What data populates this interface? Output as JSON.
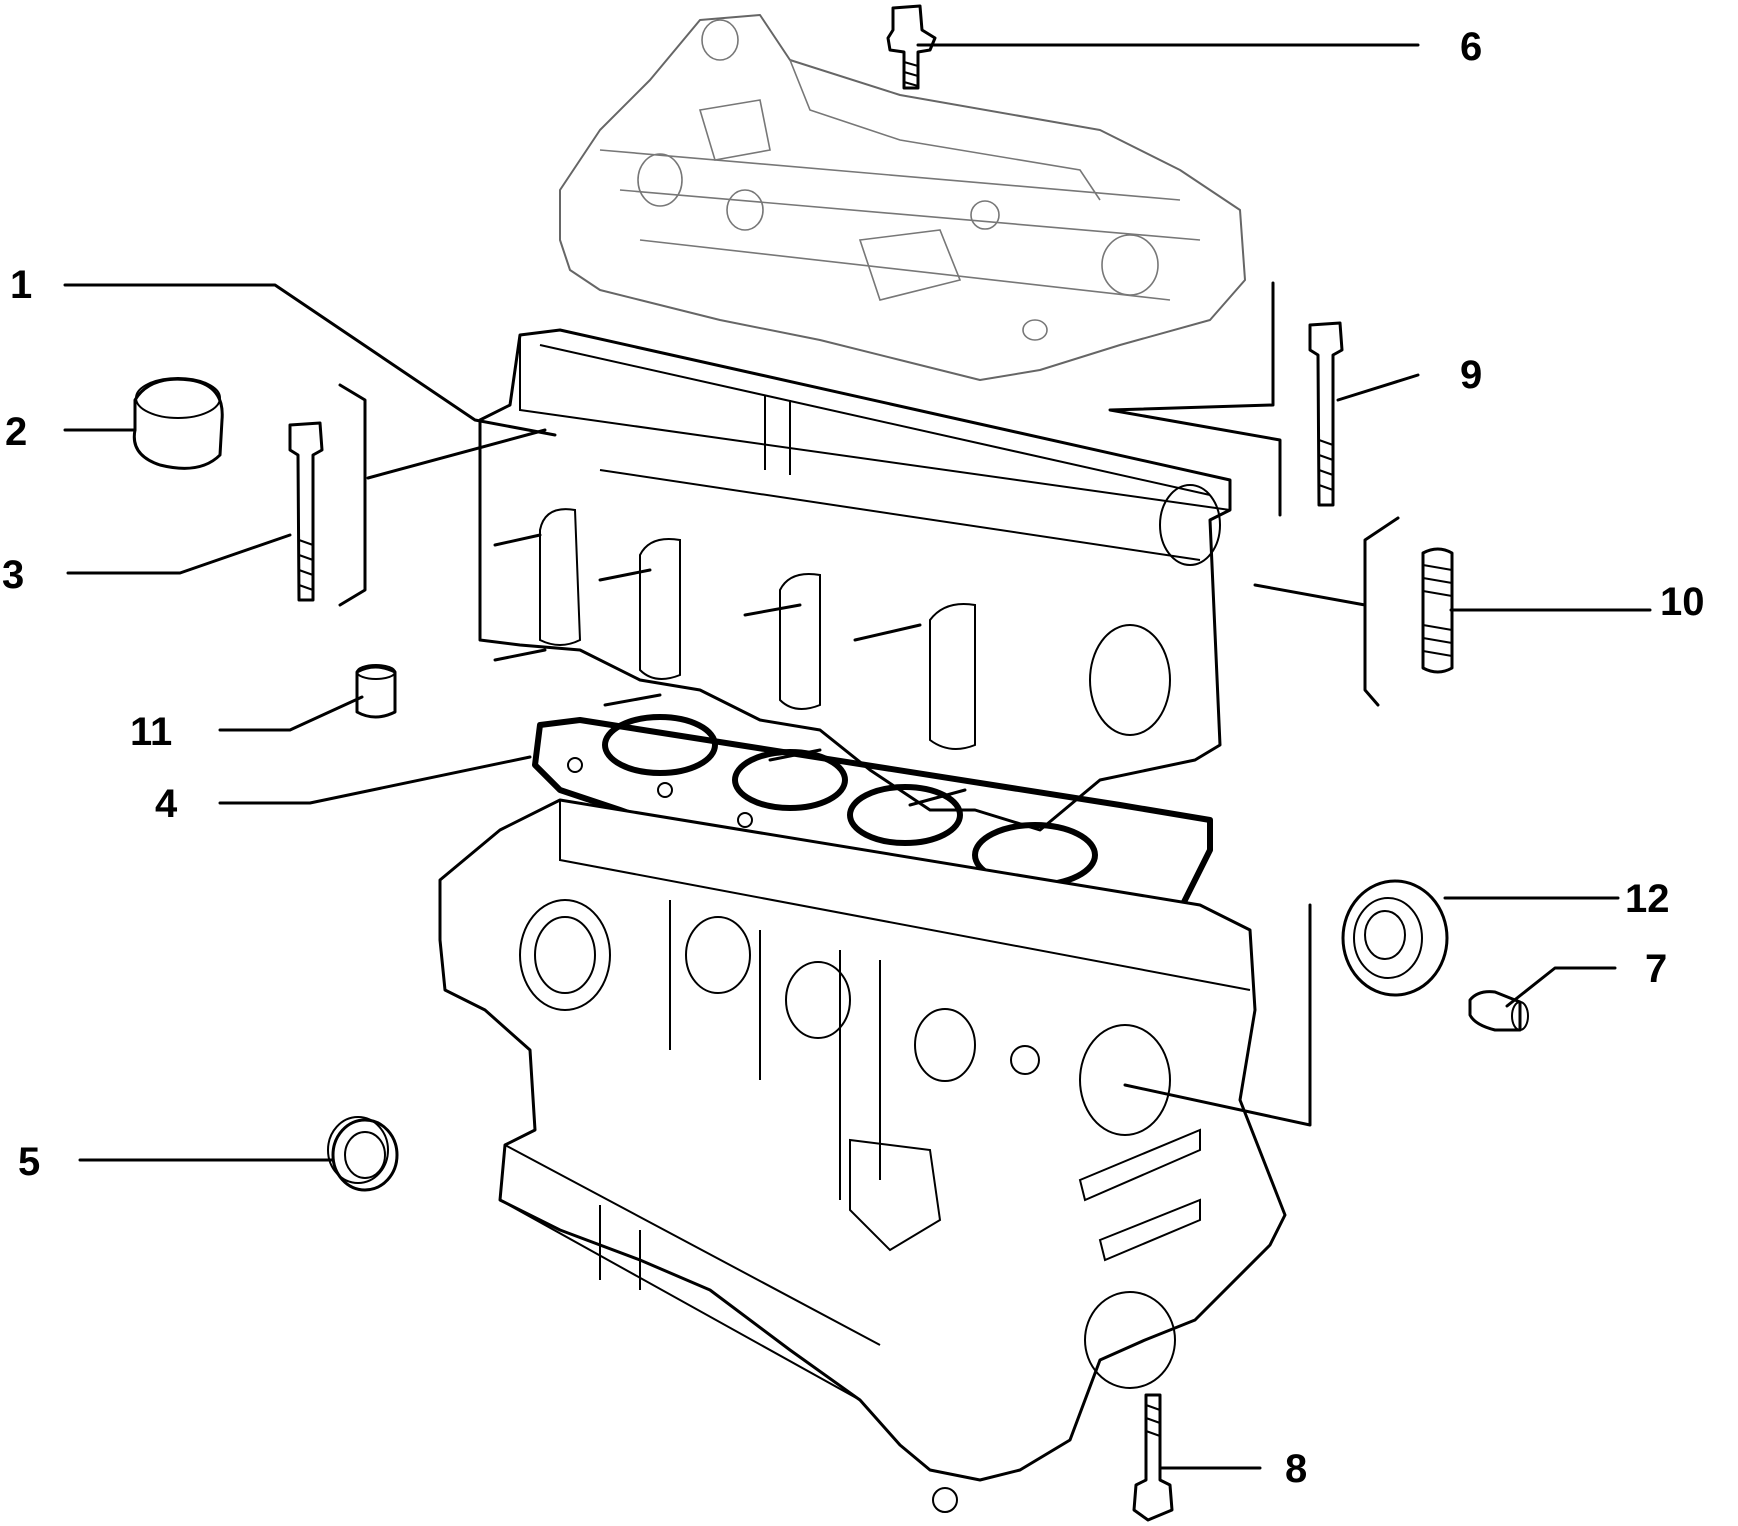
{
  "callouts": {
    "c1": "1",
    "c2": "2",
    "c3": "3",
    "c4": "4",
    "c5": "5",
    "c6": "6",
    "c7": "7",
    "c8": "8",
    "c9": "9",
    "c10": "10",
    "c11": "11",
    "c12": "12"
  },
  "icons": {
    "valve_cover": "valve-cover-icon",
    "cylinder_head": "cylinder-head-icon",
    "head_gasket": "head-gasket-icon",
    "engine_block": "engine-block-icon"
  }
}
